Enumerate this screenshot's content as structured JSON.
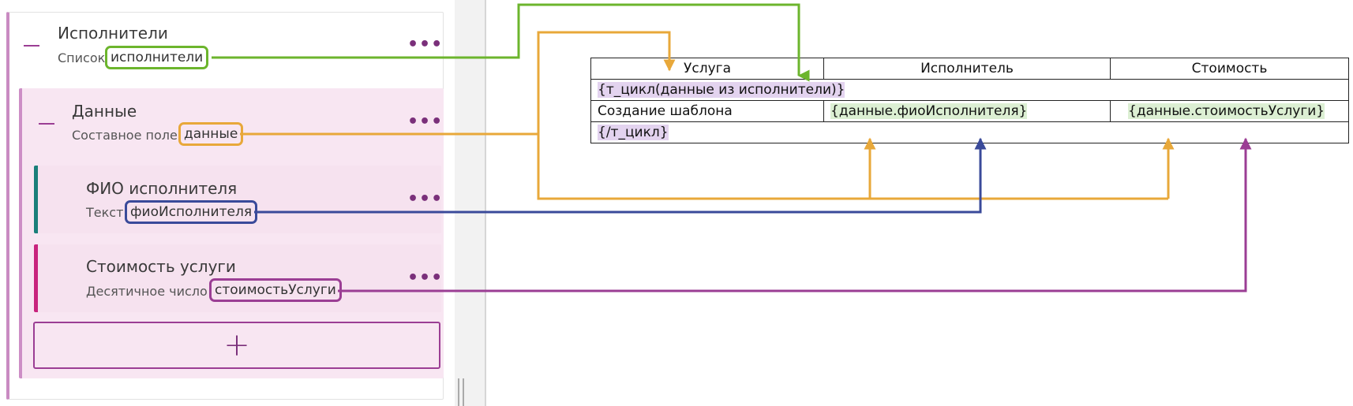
{
  "fields": {
    "executors": {
      "title": "Исполнители",
      "type_label": "Список",
      "code": "исполнители"
    },
    "data": {
      "title": "Данные",
      "type_label": "Составное поле",
      "code": "данные"
    },
    "fio": {
      "title": "ФИО исполнителя",
      "type_label": "Текст",
      "code": "фиоИсполнителя"
    },
    "cost": {
      "title": "Стоимость услуги",
      "type_label": "Десятичное число",
      "code": "стоимостьУслуги"
    }
  },
  "add_button": {
    "icon": "+"
  },
  "template_table": {
    "headers": [
      "Услуга",
      "Исполнитель",
      "Стоимость"
    ],
    "loop_start": "{т_цикл(данные из исполнители)}",
    "row": {
      "service": "Создание шаблона",
      "executor": "{данные.фиоИсполнителя}",
      "cost": "{данные.стоимостьУслуги}"
    },
    "loop_end": "{/т_цикл}"
  },
  "colors": {
    "green": "#6cb52d",
    "orange": "#e8a83a",
    "blue": "#3a4a9a",
    "purple": "#9b3e94",
    "teal": "#1a7f7a",
    "magenta": "#c8247d"
  }
}
